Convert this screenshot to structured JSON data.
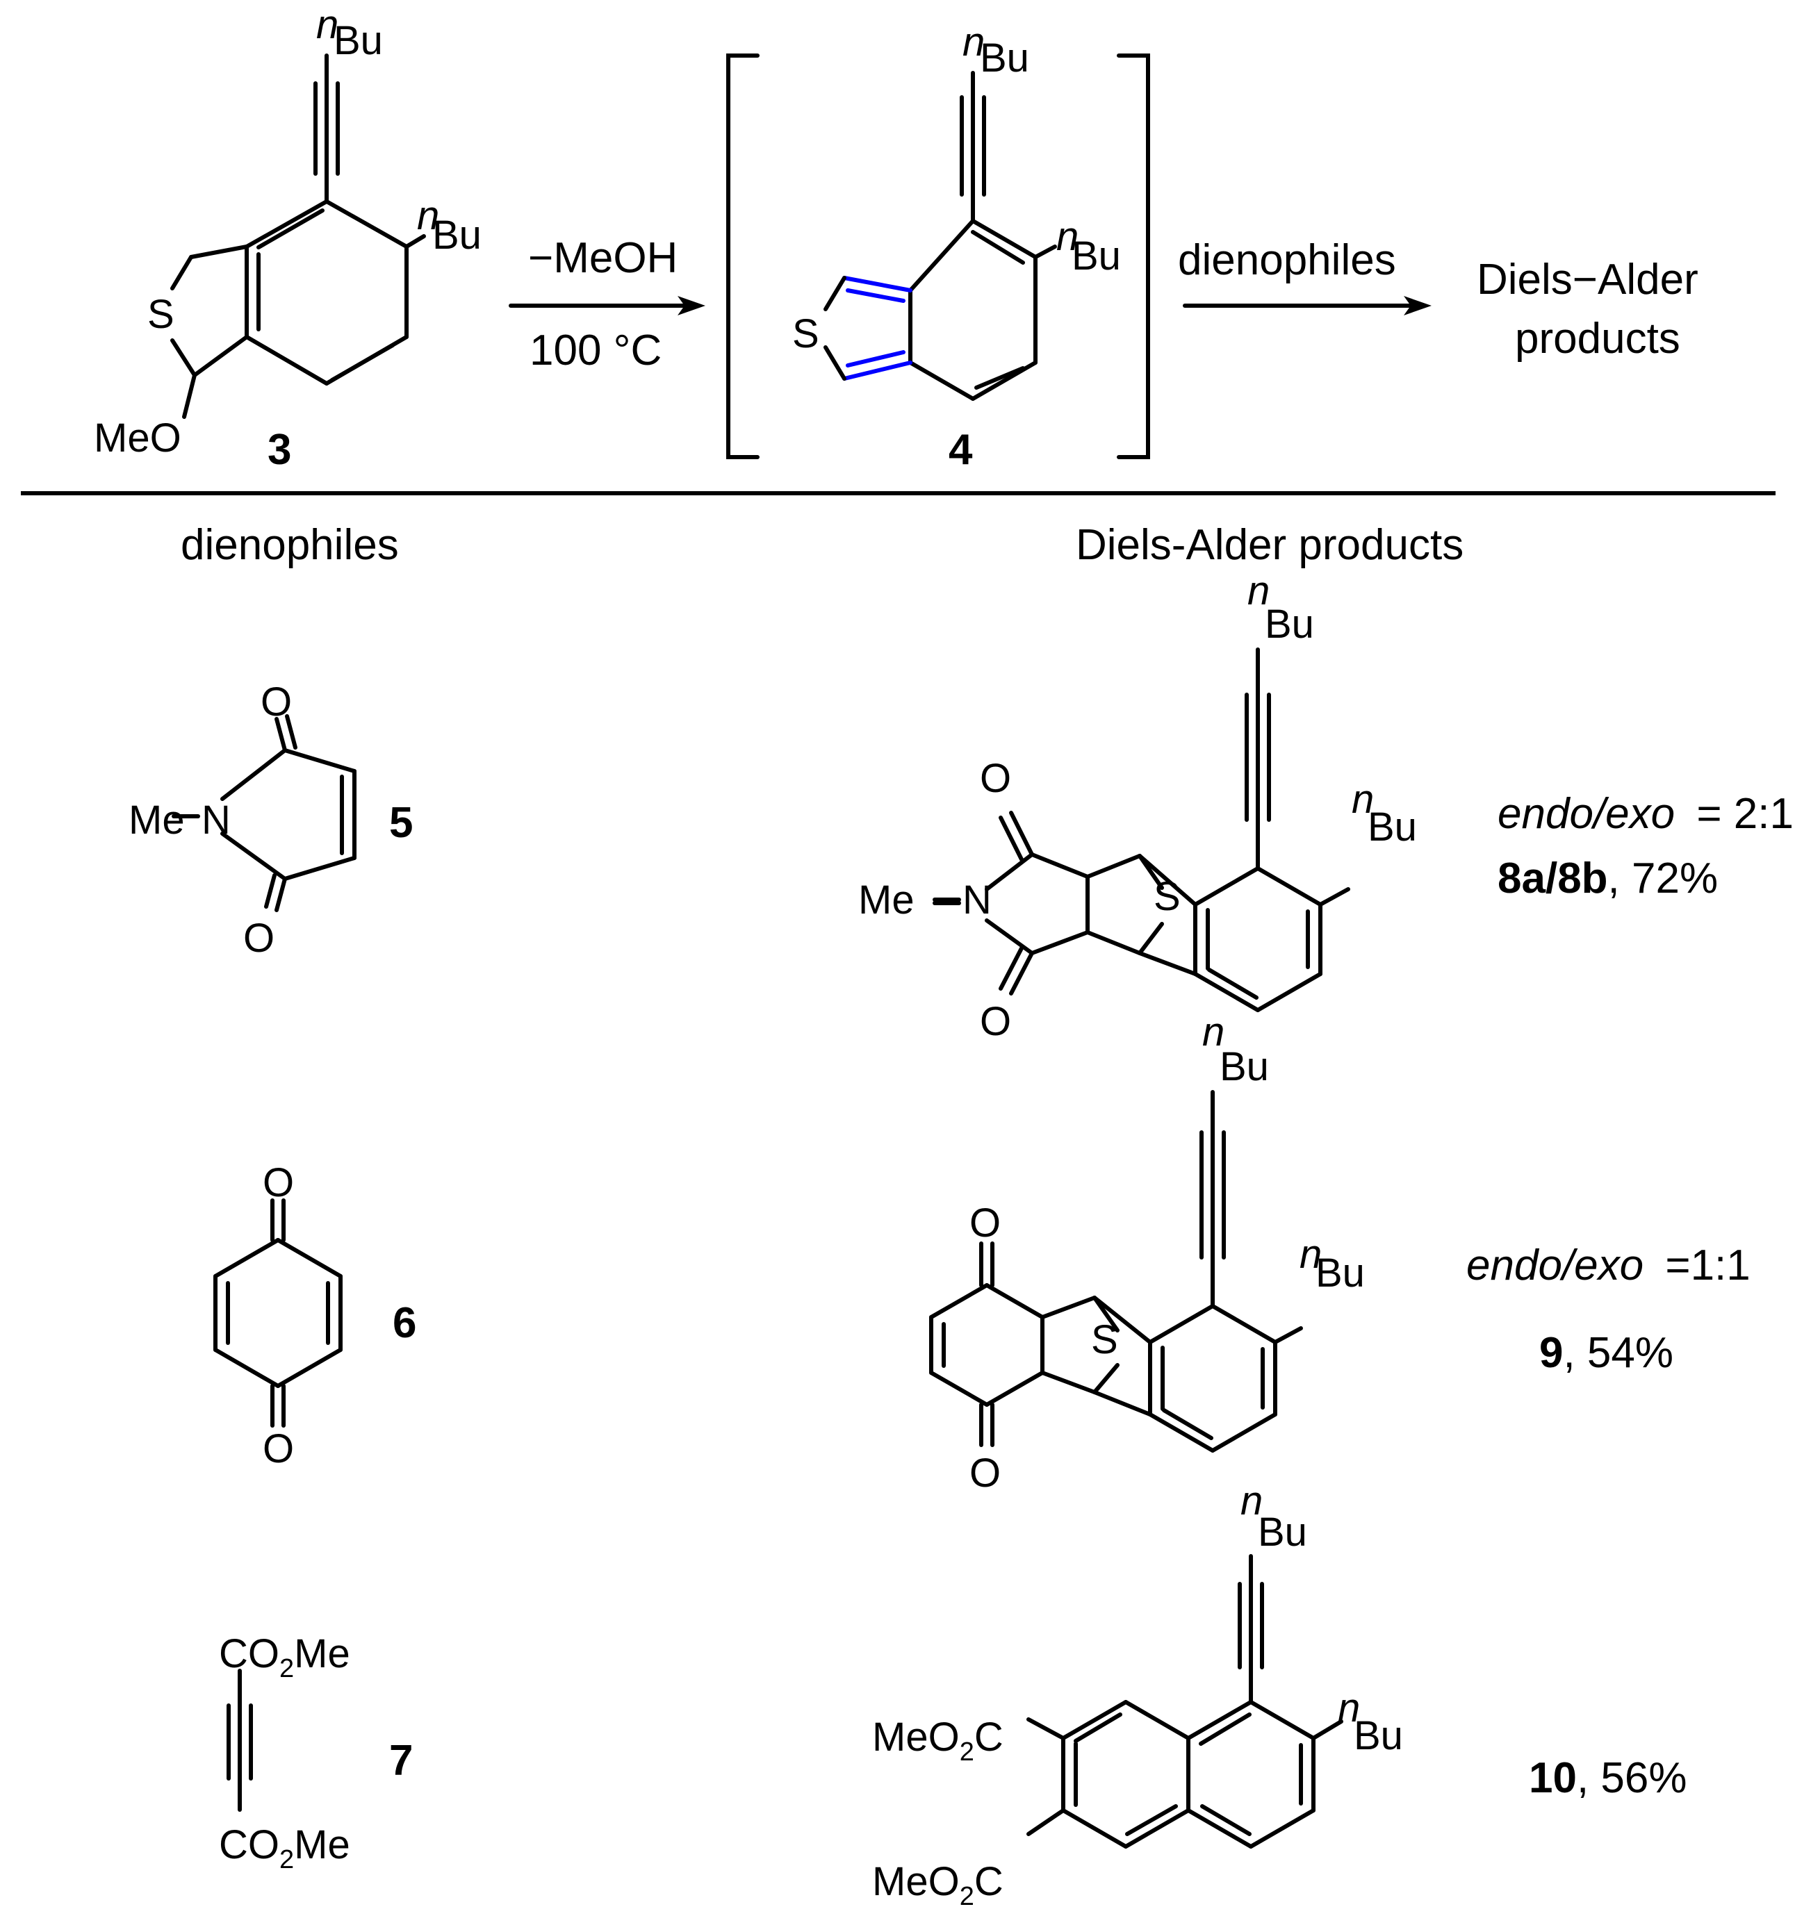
{
  "scheme": {
    "top_reaction": {
      "reagent_arrow1_top": "−MeOH",
      "reagent_arrow1_bottom": "100 °C",
      "reagent_arrow2_top": "dienophiles",
      "product_line1": "Diels−Alder",
      "product_line2": "products",
      "compound_3": "3",
      "compound_4": "4"
    },
    "headers": {
      "dienophiles": "dienophiles",
      "products": "Diels-Alder products"
    },
    "rows": [
      {
        "dienophile_label": "5",
        "ratio_prefix": "endo/exo",
        "ratio_value": "= 2:1",
        "product_label": "8a/8b",
        "yield": ", 72%"
      },
      {
        "dienophile_label": "6",
        "ratio_prefix": "endo/exo",
        "ratio_value": "=1:1",
        "product_label": "9",
        "yield": ", 54%"
      },
      {
        "dienophile_label": "7",
        "product_label": "10",
        "yield": ", 56%"
      }
    ],
    "atoms": {
      "n": "n",
      "bu": "Bu",
      "s": "S",
      "meo": "MeO",
      "o": "O",
      "n_atom": "N",
      "me": "Me",
      "co2me_co": "CO",
      "co2me_2": "2",
      "co2me_me": "Me",
      "meo2c_meo": "MeO",
      "meo2c_2": "2",
      "meo2c_c": "C"
    },
    "colors": {
      "bond": "#000000",
      "highlight": "#0000ff"
    }
  }
}
